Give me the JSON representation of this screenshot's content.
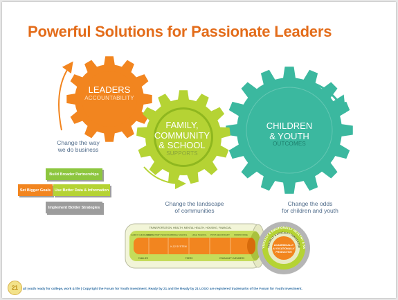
{
  "slide": {
    "title": "Powerful Solutions for Passionate Leaders",
    "colors": {
      "title": "#e36c1a",
      "orange": "#f2851f",
      "lime": "#b5d334",
      "teal": "#3bb89f",
      "navy": "#2f4f6f"
    }
  },
  "gears": [
    {
      "id": "leaders",
      "title_lines": [
        "LEADERS"
      ],
      "subtitle": "ACCOUNTABILITY",
      "caption_lines": [
        "Change the way",
        "we do business"
      ],
      "color": "#f2851f"
    },
    {
      "id": "family",
      "title_lines": [
        "FAMILY,",
        "COMMUNITY",
        "& SCHOOL"
      ],
      "subtitle": "SUPPORTS",
      "caption_lines": [
        "Change the landscape",
        "of communities"
      ],
      "color": "#b5d334"
    },
    {
      "id": "children",
      "title_lines": [
        "CHILDREN",
        "& YOUTH"
      ],
      "subtitle": "OUTCOMES",
      "caption_lines": [
        "Change the odds",
        "for children and youth"
      ],
      "color": "#3bb89f"
    }
  ],
  "strategies": [
    {
      "label": "Build Broader Partnerships",
      "color": "#8dc63f"
    },
    {
      "label": "Set Bigger Goals",
      "color": "#f2851f"
    },
    {
      "label": "Use Better Data & Information",
      "color": "#b5d334"
    },
    {
      "label": "Implement Bolder Strategies",
      "color": "#9c9c9c"
    }
  ],
  "pipeline": {
    "top_label": "TRANSPORTATION, HEALTH, MENTAL HEALTH, HOUSING, FINANCIAL",
    "segments": [
      "EARLY CHILDHOOD",
      "ELEMENTARY SCHOOL",
      "MIDDLE SCHOOL",
      "HIGH SCHOOL",
      "POST-SECONDARY",
      "WORKFORCE"
    ],
    "core_label": "K-12 SYSTEM",
    "bottom_labels": [
      "FAMILIES",
      "PEERS",
      "COMMUNITY MEMBERS"
    ]
  },
  "rings": {
    "outer_label": "PHYSICALLY & EMOTIONALLY HEALTHY & SAFE",
    "middle_label": "SOCIALLY & CIVICALLY CONNECTED",
    "center_lines": [
      "ACADEMICALLY",
      "& VOCATIONALLY",
      "PRODUCTIVE"
    ]
  },
  "footer": {
    "logo": "21",
    "text": "all youth ready for college, work & life | Copyright the Forum for Youth Investment. Ready by 21 and the Ready by 21 LOGO are registered trademarks of the Forum for Youth Investment."
  }
}
